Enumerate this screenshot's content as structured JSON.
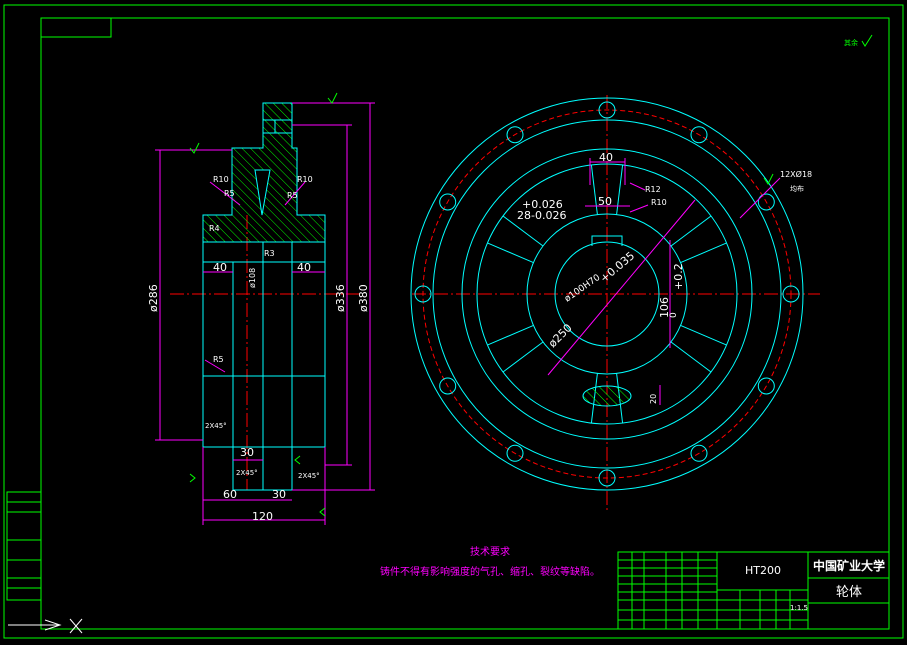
{
  "colors": {
    "background": "#000000",
    "frame": "#00ff00",
    "outline": "#00ffff",
    "centerline": "#ff0000",
    "dimension": "#ff00ff",
    "hatch": "#00ff00",
    "bolt_circle": "#ff0000",
    "text": "#ffffff"
  },
  "roughness_mark": "其余",
  "side_view": {
    "dims": {
      "r10_left": "R10",
      "r5_left": "R5",
      "r10_right": "R10",
      "r5_right": "R5",
      "r4": "R4",
      "r3": "R3",
      "d40_left": "40",
      "d40_right": "40",
      "phi108": "ø108",
      "phi286": "ø286",
      "phi336": "ø336",
      "phi380": "ø380",
      "r5_lower": "R5",
      "chamfer_1": "2X45°",
      "chamfer_2": "2X45°",
      "chamfer_3": "2X45°",
      "d30_top": "30",
      "d60": "60",
      "d30_bottom": "30",
      "d120": "120"
    }
  },
  "front_view": {
    "dims": {
      "d40": "40",
      "r12": "R12",
      "d50": "50",
      "r10": "R10",
      "key_tol": "+0.026",
      "key_size": "28-0.026",
      "bore_tol": "+0.035",
      "bore": "ø100H70",
      "hub_tol": "+0.2",
      "hub_size": "106",
      "hub_tol_low": "0",
      "phi250": "ø250",
      "holes": "12XØ18",
      "hole_note": "均布",
      "slot": "20"
    }
  },
  "tech_req": {
    "title": "技术要求",
    "text": "铸件不得有影响强度的气孔、缩孔、裂纹等缺陷。"
  },
  "title_block": {
    "material": "HT200",
    "school": "中国矿业大学",
    "part_name": "轮体",
    "scale": "1:1.5"
  }
}
